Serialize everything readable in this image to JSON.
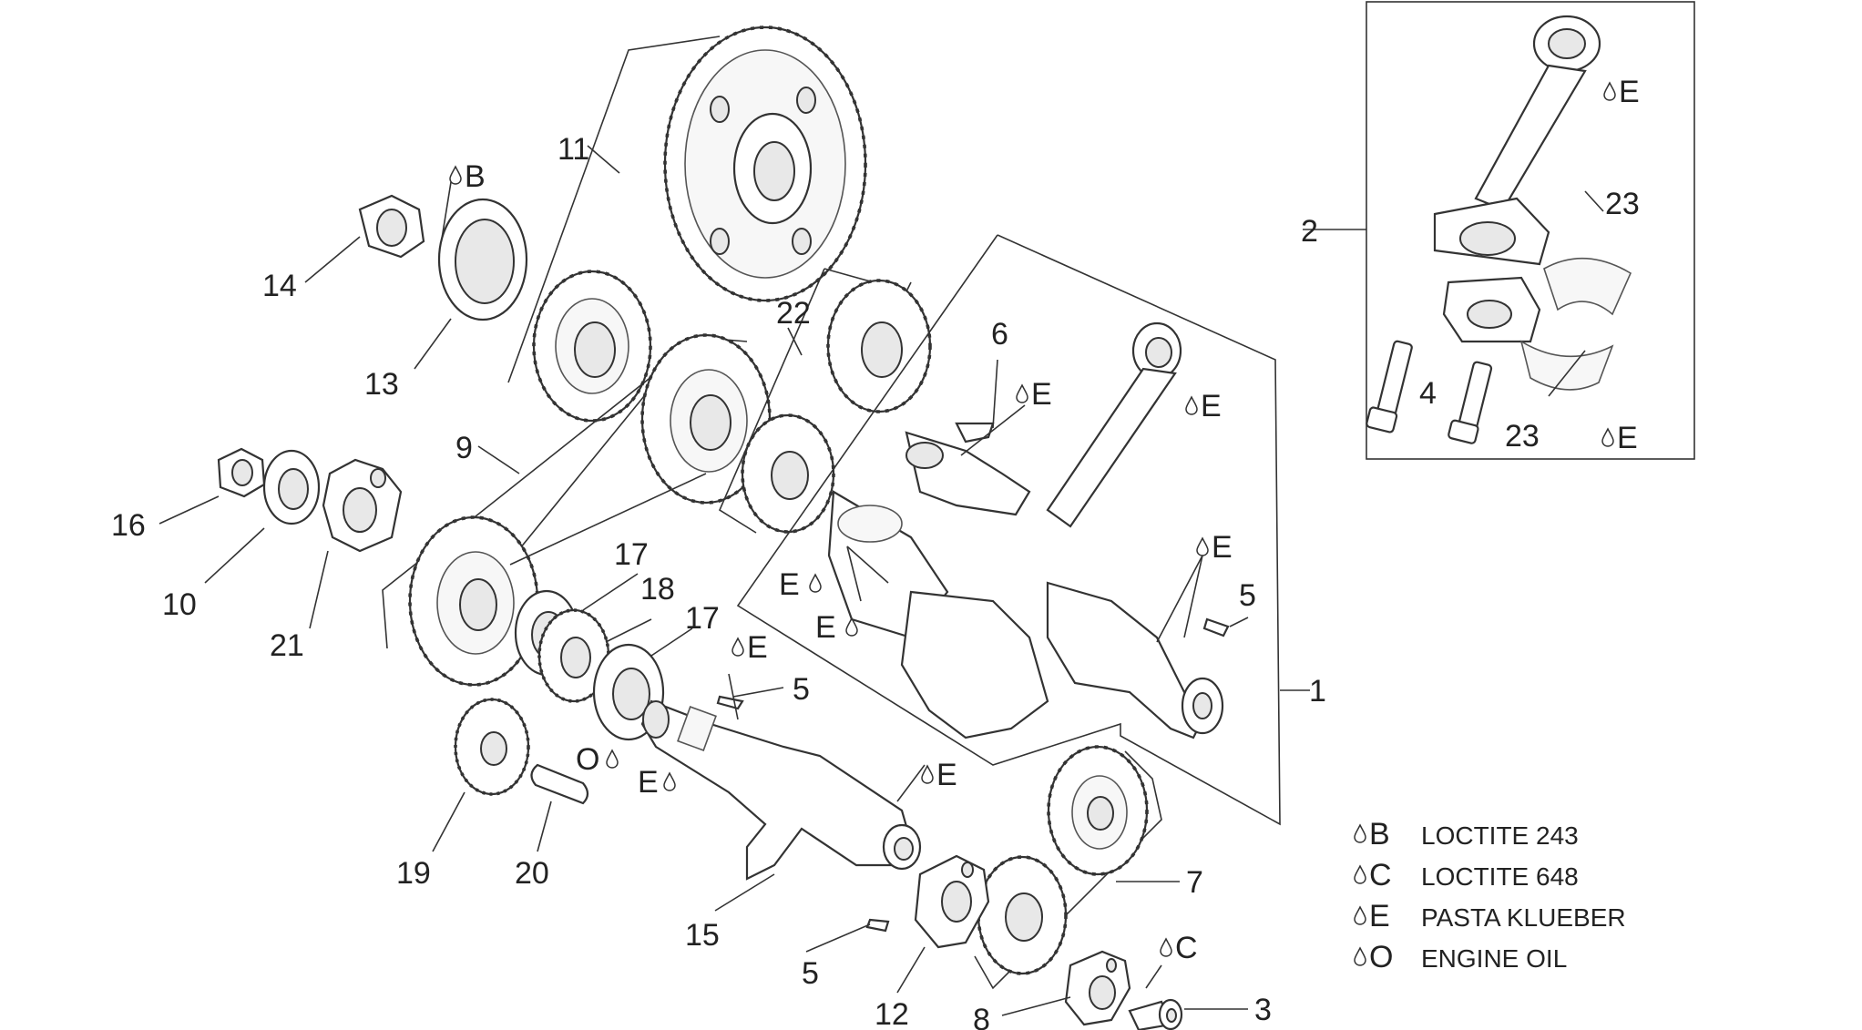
{
  "part_numbers": {
    "p1": "1",
    "p2": "2",
    "p3": "3",
    "p4": "4",
    "p5a": "5",
    "p5b": "5",
    "p5c": "5",
    "p6": "6",
    "p7": "7",
    "p8": "8",
    "p9": "9",
    "p10": "10",
    "p11": "11",
    "p12": "12",
    "p13": "13",
    "p14": "14",
    "p15": "15",
    "p16": "16",
    "p17a": "17",
    "p17b": "17",
    "p18": "18",
    "p19": "19",
    "p20": "20",
    "p21": "21",
    "p22": "22",
    "p23a": "23",
    "p23b": "23"
  },
  "markers": {
    "b": "B",
    "c": "C",
    "e": "E",
    "o": "O"
  },
  "legend": {
    "items": [
      {
        "code": "B",
        "text": "LOCTITE 243"
      },
      {
        "code": "C",
        "text": "LOCTITE 648"
      },
      {
        "code": "E",
        "text": "PASTA KLUEBER"
      },
      {
        "code": "O",
        "text": "ENGINE OIL"
      }
    ]
  }
}
